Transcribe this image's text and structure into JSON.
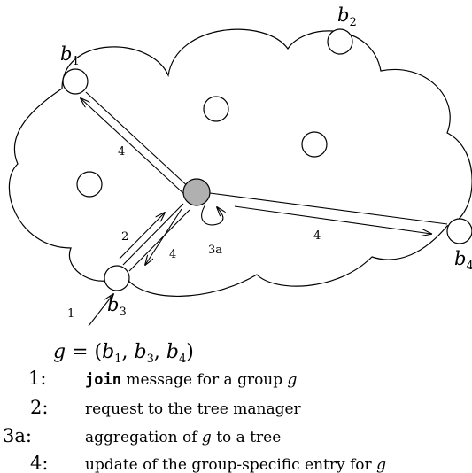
{
  "nodes": {
    "b1": {
      "base": "b",
      "sub": "1"
    },
    "b2": {
      "base": "b",
      "sub": "2"
    },
    "b3": {
      "base": "b",
      "sub": "3"
    },
    "b4": {
      "base": "b",
      "sub": "4"
    }
  },
  "edge_labels": {
    "b1_arrow": "4",
    "b3_to_center": "2",
    "center_to_b3": "4",
    "self_loop": "3a",
    "center_to_b4": "4",
    "into_b3": "1"
  },
  "group": {
    "var": "g",
    "equals": " = (",
    "m1": "b",
    "s1": "1",
    "c1": ", ",
    "m3": "b",
    "s3": "3",
    "c2": ", ",
    "m4": "b",
    "s4": "4",
    "close": ")"
  },
  "legend": [
    {
      "num": "1:",
      "pre": "",
      "code": "join",
      "text": " message for a group ",
      "var": "g"
    },
    {
      "num": "2:",
      "pre": "request to the tree manager",
      "code": "",
      "text": "",
      "var": ""
    },
    {
      "num": "3a:",
      "pre": "aggregation of ",
      "code": "",
      "var_mid": "g",
      "text": " to a tree",
      "var": ""
    },
    {
      "num": "4:",
      "pre": "update of the group-specific entry for ",
      "code": "",
      "text": "",
      "var": "g"
    }
  ],
  "colors": {
    "center_node_fill": "#b0b0b0",
    "node_fill": "#ffffff",
    "stroke": "#000000"
  }
}
